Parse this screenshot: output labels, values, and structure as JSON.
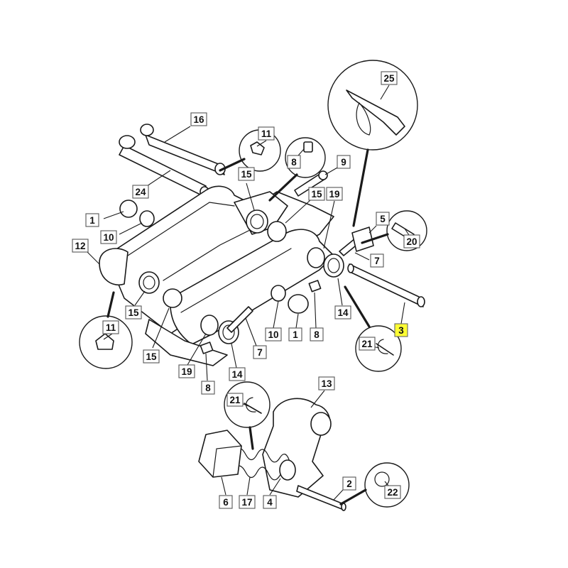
{
  "drawing_code": "",
  "colors": {
    "line": "#1a1a1a",
    "highlight": "#ffff33",
    "callout_border": "#555555"
  },
  "callouts": [
    {
      "id": "c16",
      "label": "16"
    },
    {
      "id": "c11a",
      "label": "11"
    },
    {
      "id": "c25",
      "label": "25"
    },
    {
      "id": "c8a",
      "label": "8"
    },
    {
      "id": "c9",
      "label": "9"
    },
    {
      "id": "c15a",
      "label": "15"
    },
    {
      "id": "c15b",
      "label": "15"
    },
    {
      "id": "c19a",
      "label": "19"
    },
    {
      "id": "c24",
      "label": "24"
    },
    {
      "id": "c5",
      "label": "5"
    },
    {
      "id": "c20",
      "label": "20"
    },
    {
      "id": "c1a",
      "label": "1"
    },
    {
      "id": "c10a",
      "label": "10"
    },
    {
      "id": "c12",
      "label": "12"
    },
    {
      "id": "c7a",
      "label": "7"
    },
    {
      "id": "c15c",
      "label": "15"
    },
    {
      "id": "c14a",
      "label": "14"
    },
    {
      "id": "c11b",
      "label": "11"
    },
    {
      "id": "c10b",
      "label": "10"
    },
    {
      "id": "c1b",
      "label": "1"
    },
    {
      "id": "c8b",
      "label": "8"
    },
    {
      "id": "c3",
      "label": "3",
      "highlighted": true
    },
    {
      "id": "c21a",
      "label": "21"
    },
    {
      "id": "c15d",
      "label": "15"
    },
    {
      "id": "c7b",
      "label": "7"
    },
    {
      "id": "c19b",
      "label": "19"
    },
    {
      "id": "c14b",
      "label": "14"
    },
    {
      "id": "c8c",
      "label": "8"
    },
    {
      "id": "c13",
      "label": "13"
    },
    {
      "id": "c21b",
      "label": "21"
    },
    {
      "id": "c2",
      "label": "2"
    },
    {
      "id": "c22",
      "label": "22"
    },
    {
      "id": "c6",
      "label": "6"
    },
    {
      "id": "c17",
      "label": "17"
    },
    {
      "id": "c4",
      "label": "4"
    }
  ]
}
